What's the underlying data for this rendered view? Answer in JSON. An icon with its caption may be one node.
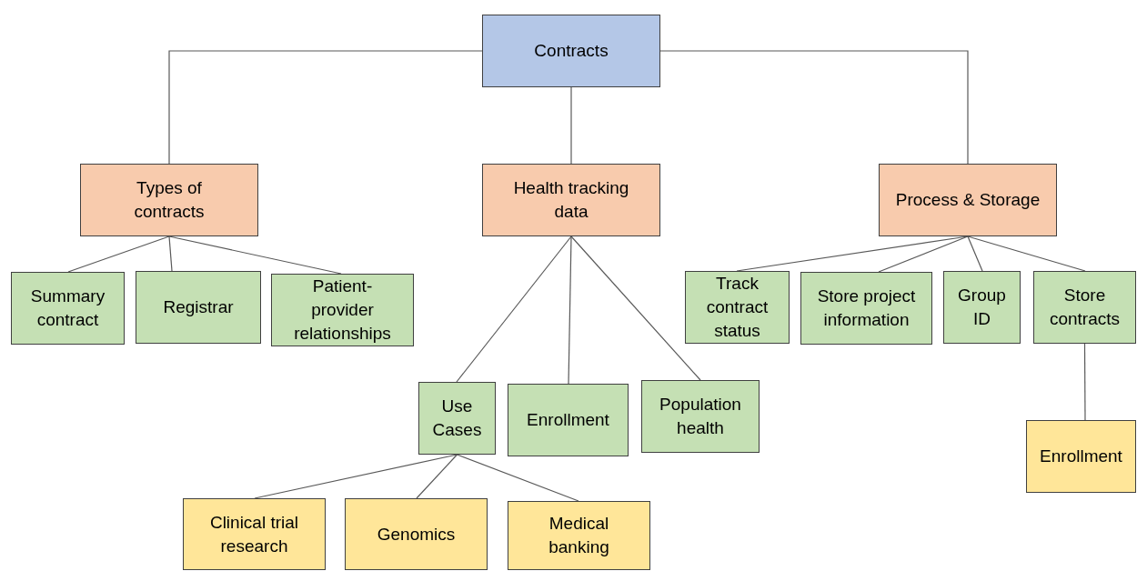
{
  "diagram": {
    "nodes": [
      {
        "text": [
          "Contracts"
        ]
      },
      {
        "text": [
          "Types of contracts"
        ]
      },
      {
        "text": [
          "Health tracking data"
        ]
      },
      {
        "text": [
          "Process & Storage"
        ]
      },
      {
        "text": [
          "Summary contract"
        ]
      },
      {
        "text": [
          "Registrar"
        ]
      },
      {
        "text": [
          "Patient-provider relationships"
        ]
      },
      {
        "text": [
          "Track contract status"
        ]
      },
      {
        "text": [
          "Store project information"
        ]
      },
      {
        "text": [
          "Group ID"
        ]
      },
      {
        "text": [
          "Store contracts"
        ]
      },
      {
        "text": [
          "Use Cases"
        ]
      },
      {
        "text": [
          "Enrollment"
        ]
      },
      {
        "text": [
          "Population health"
        ]
      },
      {
        "text": [
          "Clinical trial research"
        ]
      },
      {
        "text": [
          "Genomics"
        ]
      },
      {
        "text": [
          "Medical banking"
        ]
      },
      {
        "text": [
          "Enrollment"
        ]
      }
    ],
    "edges": [
      {
        "from": 0,
        "to": 1,
        "arrow": "none"
      },
      {
        "from": 0,
        "to": 2,
        "arrow": "none"
      },
      {
        "from": 0,
        "to": 3,
        "arrow": "none"
      },
      {
        "from": 1,
        "to": 4,
        "arrow": "none"
      },
      {
        "from": 1,
        "to": 5,
        "arrow": "none"
      },
      {
        "from": 1,
        "to": 6,
        "arrow": "none"
      },
      {
        "from": 2,
        "to": 11,
        "arrow": "none"
      },
      {
        "from": 2,
        "to": 12,
        "arrow": "none"
      },
      {
        "from": 2,
        "to": 13,
        "arrow": "none"
      },
      {
        "from": 3,
        "to": 7,
        "arrow": "none"
      },
      {
        "from": 3,
        "to": 8,
        "arrow": "none"
      },
      {
        "from": 3,
        "to": 9,
        "arrow": "none"
      },
      {
        "from": 3,
        "to": 10,
        "arrow": "none"
      },
      {
        "from": 11,
        "to": 14,
        "arrow": "none"
      },
      {
        "from": 11,
        "to": 15,
        "arrow": "none"
      },
      {
        "from": 11,
        "to": 16,
        "arrow": "none"
      },
      {
        "from": 10,
        "to": 17,
        "arrow": "none"
      }
    ]
  }
}
